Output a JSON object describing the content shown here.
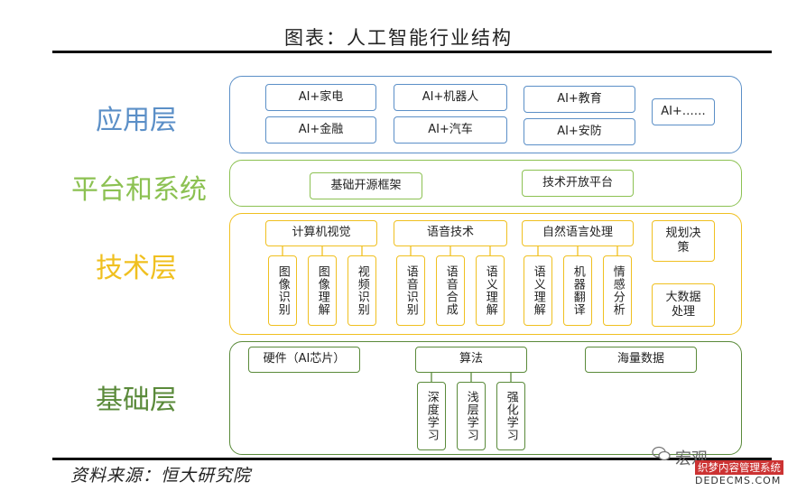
{
  "title": "图表：人工智能行业结构",
  "source": "资料来源：恒大研究院",
  "layers": {
    "app": {
      "label": "应用层",
      "color": "#5b8fc7",
      "items": [
        "AI+家电",
        "AI+机器人",
        "AI+教育",
        "AI+金融",
        "AI+汽车",
        "AI+安防",
        "AI+……"
      ]
    },
    "platform": {
      "label": "平台和系统",
      "color": "#8cc152",
      "items": [
        "基础开源框架",
        "技术开放平台"
      ]
    },
    "tech": {
      "label": "技术层",
      "color": "#f0c020",
      "groups": [
        {
          "name": "计算机视觉",
          "children": [
            "图像识别",
            "图像理解",
            "视频识别"
          ]
        },
        {
          "name": "语音技术",
          "children": [
            "语音识别",
            "语音合成",
            "语义理解"
          ]
        },
        {
          "name": "自然语言处理",
          "children": [
            "语义理解",
            "机器翻译",
            "情感分析"
          ]
        }
      ],
      "side": [
        "规划决策",
        "大数据处理"
      ]
    },
    "base": {
      "label": "基础层",
      "color": "#5a8a3a",
      "items": [
        "硬件（AI芯片）",
        "算法",
        "海量数据"
      ],
      "algo_children": [
        "深度学习",
        "浅层学习",
        "强化学习"
      ]
    }
  },
  "watermark": {
    "line1": "宏观",
    "line2": "织梦内容管理系统",
    "line3": "DEDECMS.COM"
  }
}
